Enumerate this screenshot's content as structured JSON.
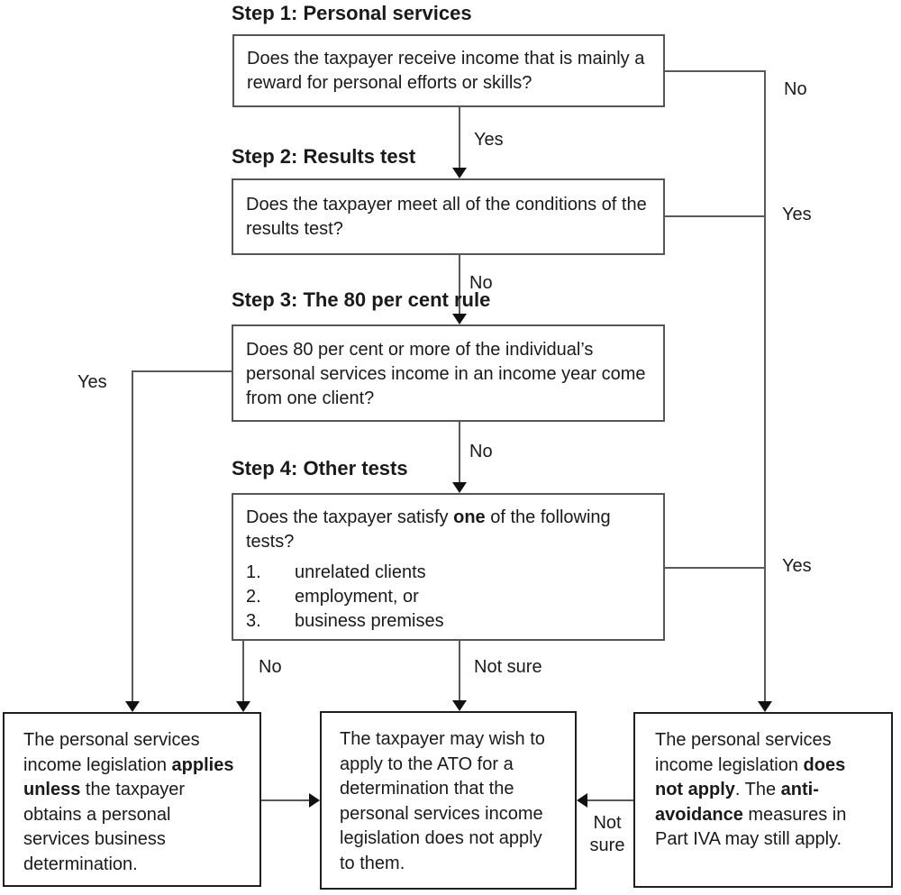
{
  "diagram": {
    "steps": [
      {
        "heading": "Step 1: Personal services",
        "question": "Does the taxpayer receive income that is mainly a reward for personal efforts or skills?"
      },
      {
        "heading": "Step 2: Results test",
        "question": "Does the taxpayer meet all of the conditions of the results test?"
      },
      {
        "heading": "Step 3: The 80 per cent rule",
        "question": "Does 80 per cent or more of the individual’s personal services income in an income year come from one client?"
      },
      {
        "heading": "Step 4: Other tests",
        "question_segments": [
          {
            "text": "Does the taxpayer satisfy "
          },
          {
            "text": "one",
            "bold": true
          },
          {
            "text": " of the following tests?"
          }
        ],
        "list": [
          {
            "num": "1.",
            "text": "unrelated clients"
          },
          {
            "num": "2.",
            "text": "employment, or"
          },
          {
            "num": "3.",
            "text": "business premises"
          }
        ]
      }
    ],
    "outcomes": {
      "left": {
        "segments": [
          {
            "text": "The personal services income legislation "
          },
          {
            "text": "applies unless",
            "bold": true
          },
          {
            "text": " the taxpayer obtains a personal services business determination."
          }
        ]
      },
      "middle": {
        "text": "The taxpayer may wish to apply to the ATO for a determination that the personal services income legislation does not apply to them."
      },
      "right": {
        "segments": [
          {
            "text": "The personal services income legislation "
          },
          {
            "text": "does not apply",
            "bold": true
          },
          {
            "text": ". The "
          },
          {
            "text": "anti-avoidance",
            "bold": true
          },
          {
            "text": " measures in Part IVA may still apply."
          }
        ]
      }
    },
    "edge_labels": {
      "step1_yes": "Yes",
      "step1_no": "No",
      "step2_no": "No",
      "step2_yes": "Yes",
      "step3_no": "No",
      "step3_yes": "Yes",
      "step4_no": "No",
      "step4_not_sure": "Not sure",
      "step4_yes": "Yes",
      "right_not_sure": "Not sure"
    },
    "colors": {
      "line": "#595959",
      "arrow": "#111111",
      "text": "#1a1a1a",
      "background": "#ffffff"
    }
  }
}
